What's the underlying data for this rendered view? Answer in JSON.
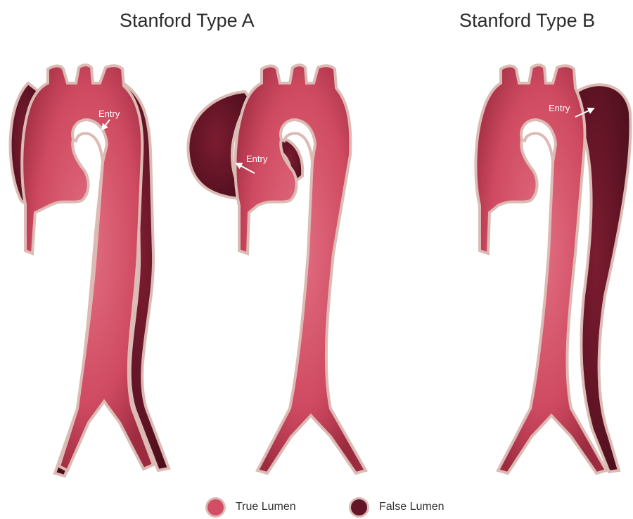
{
  "titles": {
    "type_a": "Stanford Type A",
    "type_b": "Stanford Type B"
  },
  "annotations": {
    "entry_1": "Entry",
    "entry_2": "Entry",
    "entry_3": "Entry"
  },
  "legend": {
    "true_lumen": {
      "label": "True Lumen",
      "color": "#d14e64"
    },
    "false_lumen": {
      "label": "False Lumen",
      "color": "#641628"
    }
  },
  "colors": {
    "vessel_wall": "#dcbbb5",
    "arrow": "#ffffff"
  }
}
